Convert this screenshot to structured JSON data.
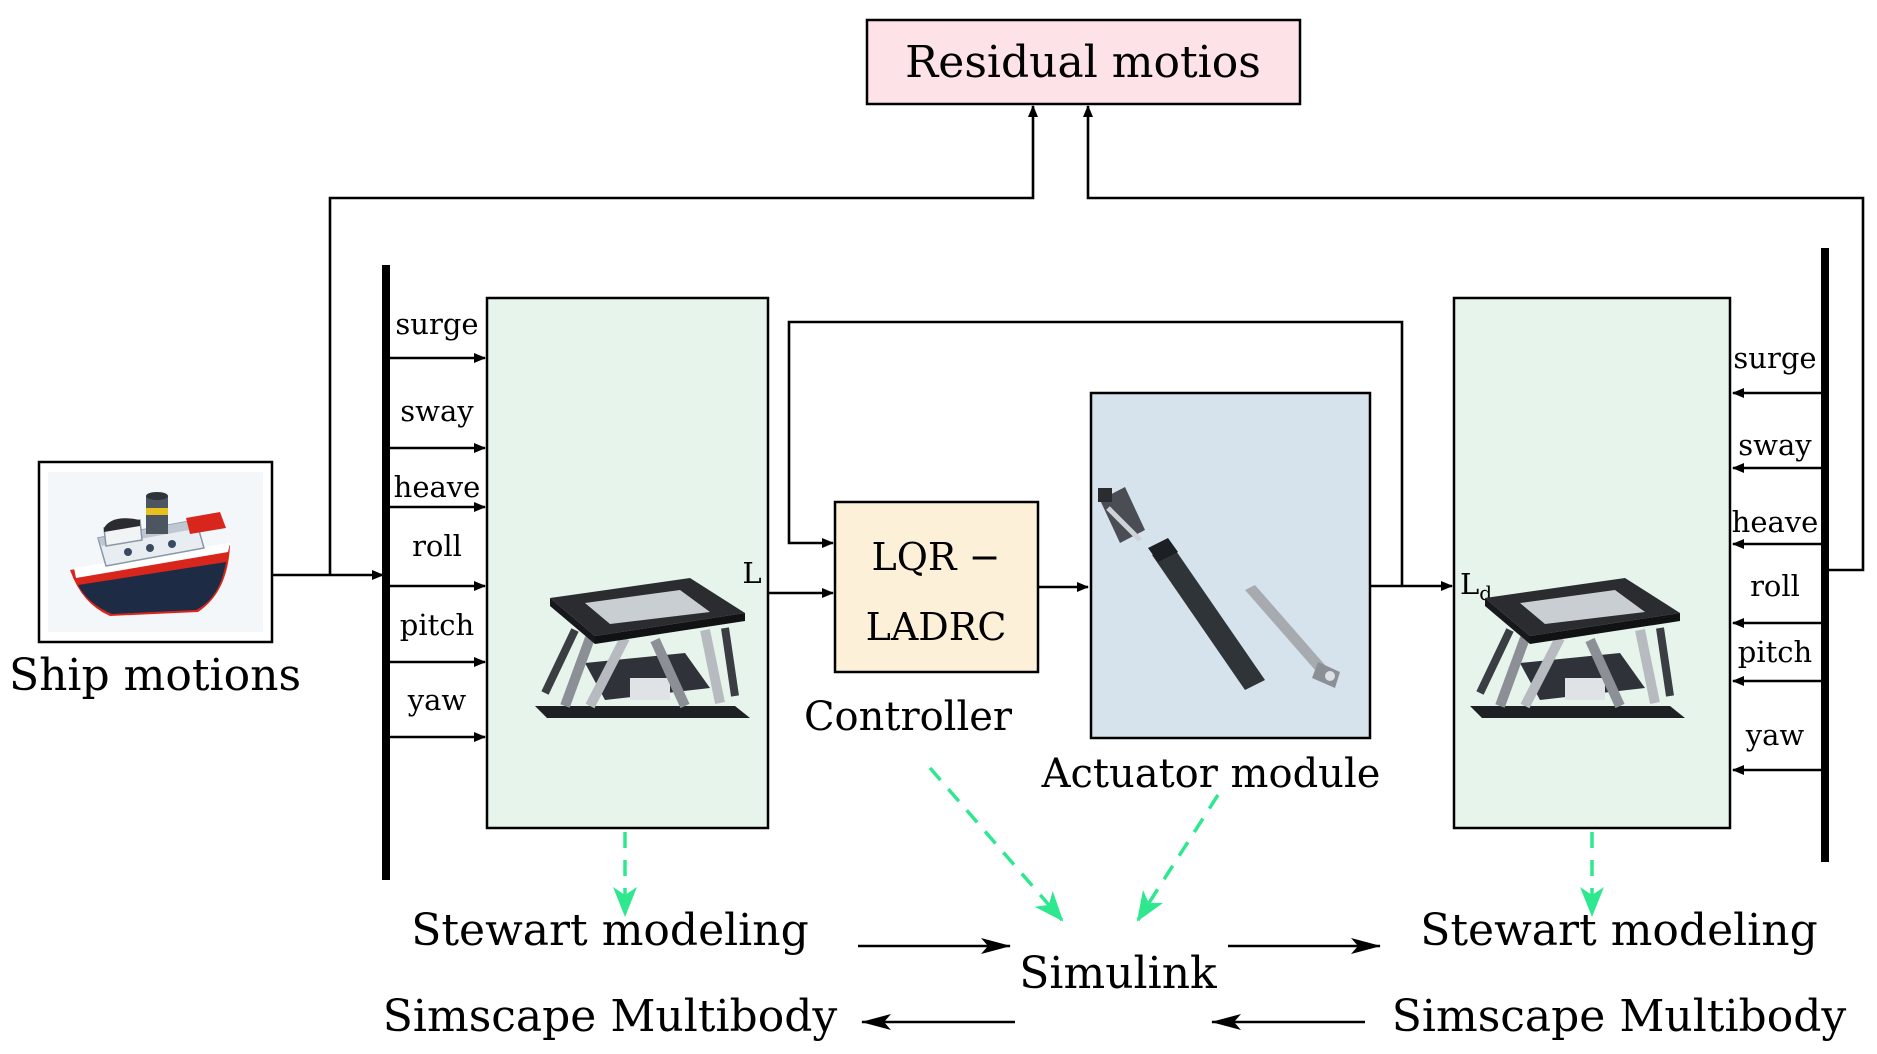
{
  "residual": {
    "label": "Residual motios",
    "color": "#fde3e8"
  },
  "ship": {
    "label": "Ship motions"
  },
  "left_signals": [
    "surge",
    "sway",
    "heave",
    "roll",
    "pitch",
    "yaw"
  ],
  "right_signals": [
    "surge",
    "sway",
    "heave",
    "roll",
    "pitch",
    "yaw"
  ],
  "left_platform": {
    "output_label": "L",
    "color": "#e6f4ec"
  },
  "right_platform": {
    "input_label": "L",
    "input_subscript": "d",
    "color": "#e6f4ec"
  },
  "controller": {
    "line1": "LQR −",
    "line2": "LADRC",
    "caption": "Controller",
    "color": "#fdf0d9"
  },
  "actuator": {
    "caption": "Actuator module",
    "color": "#d6e3ec"
  },
  "bottom": {
    "left_top": "Stewart modeling",
    "left_bottom": "Simscape Multibody",
    "center": "Simulink",
    "right_top": "Stewart modeling",
    "right_bottom": "Simscape Multibody"
  },
  "colors": {
    "dashed_arrows": "#2ee88f",
    "ship_hull": "#d8261c",
    "platform_dark": "#2a2c30"
  }
}
